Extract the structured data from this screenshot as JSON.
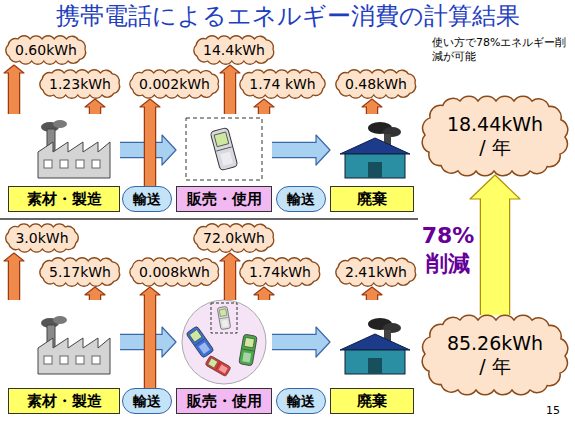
{
  "diagram": {
    "title": "携帯電話によるエネルギー消費の計算結果",
    "nodes": [
      {
        "text": [
          "0.60kWh"
        ]
      },
      {
        "text": [
          "1.23kWh"
        ]
      },
      {
        "text": [
          "0.002kWh"
        ]
      },
      {
        "text": [
          "14.4kWh"
        ]
      },
      {
        "text": [
          "1.74 kWh"
        ]
      },
      {
        "text": [
          "0.48kWh"
        ]
      },
      {
        "text": [
          "18.44kWh / 年"
        ]
      },
      {
        "text": [
          "素材・製造"
        ]
      },
      {
        "text": [
          "輸送"
        ]
      },
      {
        "text": [
          "販売・使用"
        ]
      },
      {
        "text": [
          "輸送"
        ]
      },
      {
        "text": [
          "廃棄"
        ]
      },
      {
        "text": [
          "3.0kWh"
        ]
      },
      {
        "text": [
          "5.17kWh"
        ]
      },
      {
        "text": [
          "0.008kWh"
        ]
      },
      {
        "text": [
          "72.0kWh"
        ]
      },
      {
        "text": [
          "1.74kWh"
        ]
      },
      {
        "text": [
          "2.41kWh"
        ]
      },
      {
        "text": [
          "85.26kWh / 年"
        ]
      },
      {
        "text": [
          "素材・製造"
        ]
      },
      {
        "text": [
          "輸送"
        ]
      },
      {
        "text": [
          "販売・使用"
        ]
      },
      {
        "text": [
          "輸送"
        ]
      },
      {
        "text": [
          "廃棄"
        ]
      }
    ],
    "edges": [
      {
        "from": 7,
        "to": 9,
        "arrow": "to"
      },
      {
        "from": 9,
        "to": 11,
        "arrow": "to"
      },
      {
        "from": 7,
        "to": 0,
        "arrow": "to"
      },
      {
        "from": 7,
        "to": 1,
        "arrow": "to"
      },
      {
        "from": 8,
        "to": 2,
        "arrow": "to"
      },
      {
        "from": 9,
        "to": 3,
        "arrow": "to"
      },
      {
        "from": 9,
        "to": 4,
        "arrow": "to"
      },
      {
        "from": 11,
        "to": 5,
        "arrow": "to"
      },
      {
        "from": 19,
        "to": 21,
        "arrow": "to"
      },
      {
        "from": 21,
        "to": 23,
        "arrow": "to"
      },
      {
        "from": 19,
        "to": 12,
        "arrow": "to"
      },
      {
        "from": 19,
        "to": 13,
        "arrow": "to"
      },
      {
        "from": 20,
        "to": 14,
        "arrow": "to"
      },
      {
        "from": 21,
        "to": 15,
        "arrow": "to"
      },
      {
        "from": 21,
        "to": 16,
        "arrow": "to"
      },
      {
        "from": 23,
        "to": 17,
        "arrow": "to"
      },
      {
        "from": 18,
        "to": 6,
        "arrow": "to"
      }
    ],
    "labels": [
      "使い方で78%エネルギー削減が可能",
      "78% 削減",
      "15"
    ]
  }
}
